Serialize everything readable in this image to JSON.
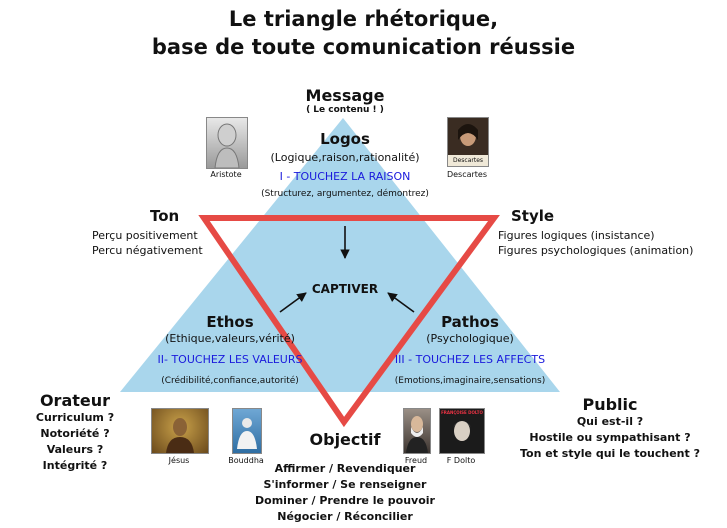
{
  "title": {
    "line1": "Le triangle rhétorique,",
    "line2": "base de toute comunication réussie"
  },
  "message": {
    "heading": "Message",
    "sub": "( Le contenu ! )"
  },
  "logos": {
    "heading": "Logos",
    "desc": "(Logique,raison,rationalité)",
    "action": "I - TOUCHEZ LA RAISON",
    "detail": "(Structurez, argumentez, démontrez)"
  },
  "ton": {
    "heading": "Ton",
    "lines": [
      "Perçu positivement",
      "Percu négativement"
    ]
  },
  "style": {
    "heading": "Style",
    "lines": [
      "Figures logiques (insistance)",
      "Figures psychologiques (animation)"
    ]
  },
  "center": {
    "label": "CAPTIVER"
  },
  "ethos": {
    "heading": "Ethos",
    "desc": "(Ethique,valeurs,vérité)",
    "action": "II- TOUCHEZ LES VALEURS",
    "detail": "(Crédibilité,confiance,autorité)"
  },
  "pathos": {
    "heading": "Pathos",
    "desc": "(Psychologique)",
    "action": "III - TOUCHEZ LES AFFECTS",
    "detail": "(Emotions,imaginaire,sensations)"
  },
  "orateur": {
    "heading": "Orateur",
    "lines": [
      "Curriculum ?",
      "Notoriété ?",
      "Valeurs ?",
      "Intégrité ?"
    ]
  },
  "public": {
    "heading": "Public",
    "lines": [
      "Qui est-il ?",
      "Hostile ou sympathisant ?",
      "Ton et style qui le touchent ?"
    ]
  },
  "objectif": {
    "heading": "Objectif",
    "lines": [
      "Affirmer / Revendiquer",
      "S'informer / Se renseigner",
      "Dominer / Prendre le pouvoir",
      "Négocier / Réconcilier"
    ]
  },
  "portraits": {
    "aristote": "Aristote",
    "descartes": "Descartes",
    "descartes_book": "Descartes",
    "jesus": "Jésus",
    "bouddha": "Bouddha",
    "freud": "Freud",
    "dolto": "F Dolto",
    "dolto_cover": "FRANÇOISE DOLTO"
  },
  "colors": {
    "triangle_fill": "#a9d6ec",
    "inverted_triangle": "#e64a45",
    "action_text": "#1a1adc",
    "arrow": "#111111"
  }
}
